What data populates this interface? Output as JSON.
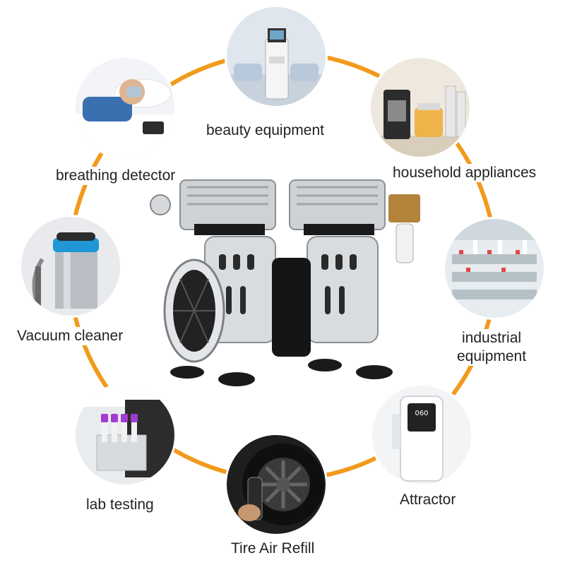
{
  "applications": [
    {
      "id": "beauty",
      "label": "beauty equipment",
      "icon": "beauty-equipment-photo"
    },
    {
      "id": "household",
      "label": "household appliances",
      "icon": "household-appliances-photo"
    },
    {
      "id": "industrial",
      "label_line1": "industrial",
      "label_line2": "equipment",
      "icon": "industrial-equipment-photo"
    },
    {
      "id": "attractor",
      "label": "Attractor",
      "icon": "attractor-photo"
    },
    {
      "id": "tire",
      "label": "Tire Air Refill",
      "icon": "tire-air-refill-photo"
    },
    {
      "id": "lab",
      "label": "lab testing",
      "icon": "lab-testing-photo"
    },
    {
      "id": "vacuum",
      "label": "Vacuum cleaner",
      "icon": "vacuum-cleaner-photo"
    },
    {
      "id": "breathing",
      "label": "breathing detector",
      "icon": "breathing-detector-photo"
    }
  ],
  "product": {
    "icon": "twin-piston-air-compressor-photo"
  },
  "colors": {
    "ring": "#f29a1c",
    "text": "#222222",
    "background": "#ffffff"
  }
}
